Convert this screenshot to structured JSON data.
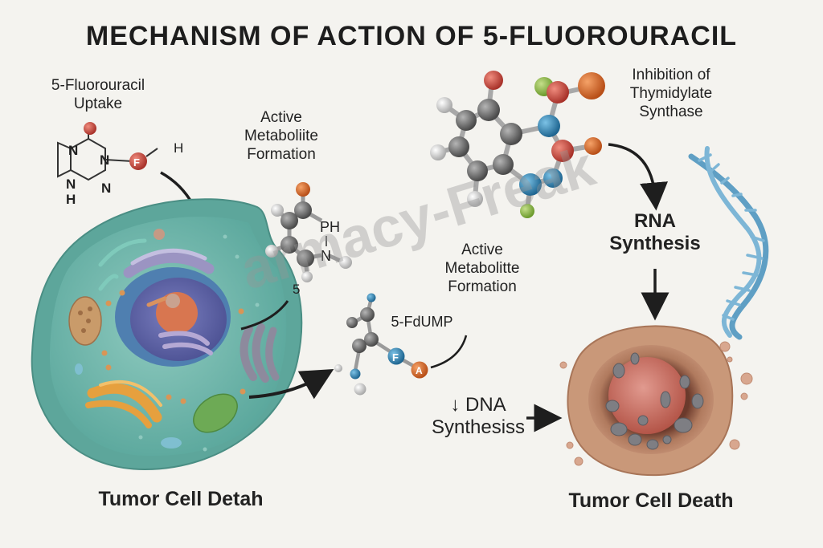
{
  "title": "MECHANISM OF ACTION OF 5-FLUOROURACIL",
  "labels": {
    "uptake": [
      "5-Fluorouracil",
      "Uptake"
    ],
    "active_metabolite_1": [
      "Active",
      "Metaboliite",
      "Formation"
    ],
    "active_metabolite_2": [
      "Active",
      "Metabolitte",
      "Formation"
    ],
    "inhibition": [
      "Inhibition of",
      "Thymidylate",
      "Synthase"
    ],
    "rna": [
      "RNA",
      "Synthesis"
    ],
    "dna": [
      "↓ DNA",
      "Synthesiss"
    ],
    "fdump": "5-FdUMP",
    "left_cell_caption": "Tumor Cell Detah",
    "right_cell_caption": "Tumor Cell Death"
  },
  "molecule_atoms": {
    "purine_N": "N",
    "purine_H": "H",
    "fluorine": "F",
    "hydrogen": "H",
    "ph": "PH",
    "n": "N",
    "five": "5",
    "fdump_F": "F",
    "fdump_A": "A"
  },
  "watermark": "armacy-Freak",
  "colors": {
    "background": "#f4f3ef",
    "cell_teal": "#6fb5ac",
    "nucleus_purple": "#5a5ea3",
    "nucleolus_orange": "#d6734a",
    "dead_cell_brown": "#b98466",
    "dna_blue": "#6aa6c8",
    "atom_red": "#c9443a",
    "atom_orange": "#d9692c",
    "atom_blue": "#2f86b4",
    "atom_green": "#8cb548",
    "atom_grey": "#707070",
    "atom_white": "#d8d8d8"
  }
}
